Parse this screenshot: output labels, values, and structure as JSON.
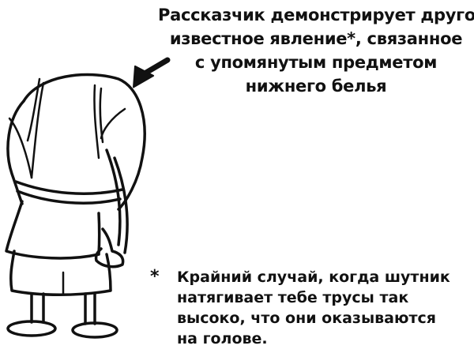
{
  "caption": {
    "lines": [
      "Рассказчик демонстрирует другое",
      "известное явление*, связанное",
      "с упомянутым предметом",
      "нижнего белья"
    ]
  },
  "footnote": {
    "marker": "*",
    "lines": [
      "Крайний случай, когда шутник",
      "натягивает тебе трусы так",
      "высоко, что они оказываются",
      "на голове."
    ]
  },
  "illustration": {
    "subject": "cartoon boy seen from behind with underpants pulled over head",
    "pointer": "arrow-icon"
  },
  "colors": {
    "ink": "#111111",
    "paper": "#ffffff"
  }
}
